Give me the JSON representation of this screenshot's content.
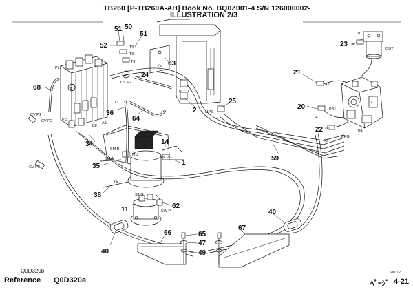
{
  "header": {
    "line1": "TB260  [P-TB260A-AH]  Book No. BQ0Z001-4  S/N 126000002-",
    "line2": "ILLUSTRATION 2/3"
  },
  "footer": {
    "ref_small": "Q0D320b",
    "ref_label": "Reference",
    "ref_code": "Q0D320a",
    "page_small": "S=1/12",
    "page_kana": "ﾍﾟｰｼﾞ",
    "page_num": "4-21"
  },
  "callouts": {
    "c51a": "51",
    "c50": "50",
    "c51b": "51",
    "c52": "52",
    "c63": "63",
    "c24": "24",
    "c23": "23",
    "c21": "21",
    "c68": "68",
    "c25": "25",
    "c2": "2",
    "c36": "36",
    "c64": "64",
    "c20": "20",
    "c22": "22",
    "c34": "34",
    "c14": "14",
    "c59": "59",
    "c1": "1",
    "c35": "35",
    "c38": "38",
    "c11": "11",
    "c62": "62",
    "c40a": "40",
    "c66": "66",
    "c65": "65",
    "c47": "47",
    "c49": "49",
    "c67": "67",
    "c40b": "40",
    "ca1": "a",
    "ca2": "a"
  },
  "ports": {
    "cv_p2_top": "CV P2",
    "pi1": "Pi 1",
    "t2": "T2",
    "t5": "T5",
    "t6": "T6",
    "t3": "T3",
    "p": "P",
    "t": "T",
    "mp6": "MP6",
    "cv_p1": "CV P1",
    "cv_p2": "CV P2",
    "pi3": "Pi3",
    "a8": "A8",
    "b8": "B8",
    "sm_b": "SM B",
    "sm_a": "SM A",
    "mu": "MU",
    "sm_pg": "SM PG",
    "dr": "Dr",
    "cv_p3": "CV P3",
    "sj_g": "SJ-G",
    "sw_p": "SW P",
    "in": "IN",
    "out": "OUT",
    "a2": "A2",
    "pb1": "PB1",
    "a1": "A1",
    "pa": "PA",
    "ppg": "PPG",
    "a3": "A3",
    "z": "Z"
  }
}
